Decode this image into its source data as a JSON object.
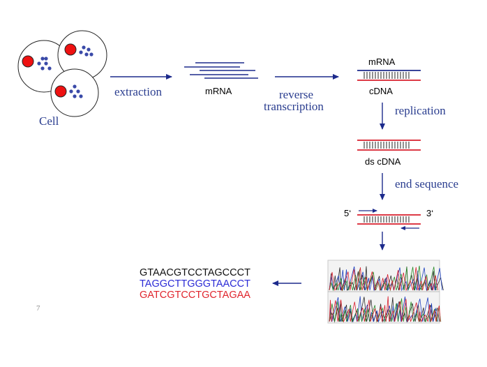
{
  "labels": {
    "extraction": "extraction",
    "mrna_bundle": "mRNA",
    "reverse": "reverse",
    "transcription": "transcription",
    "cell": "Cell",
    "mrna_top": "mRNA",
    "cdna": "cDNA",
    "replication": "replication",
    "ds_cdna": "ds cDNA",
    "end_sequence": "end sequence",
    "five_prime": "5‘",
    "three_prime": "3‘"
  },
  "sequences": {
    "line1": "GTAACGTCCTAGCCCT",
    "line2": "TAGGCTTGGGTAACCT",
    "line3": "GATCGTCCTGCTAGAA"
  },
  "page_number": "7",
  "colors": {
    "navy": "#1c2a8c",
    "strand_red": "#d81e2c",
    "label_blue": "#2a3d8f",
    "seq_black": "#111111",
    "seq_blue": "#2b2bd6",
    "seq_red": "#e0242c",
    "nucleus_red": "#ee1111",
    "dot_blue": "#3a4aa8"
  }
}
